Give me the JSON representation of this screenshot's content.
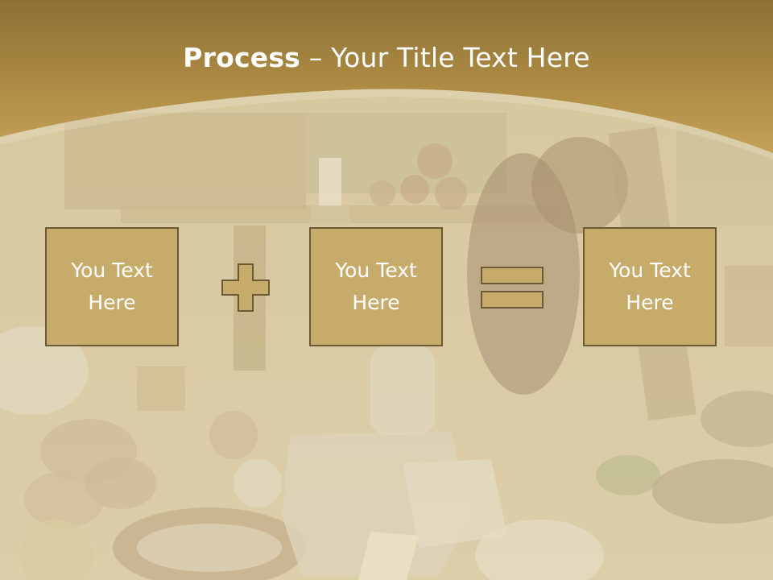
{
  "slide": {
    "title_bold": "Process",
    "title_rest": " – Your Title Text Here",
    "boxes": [
      {
        "text": "You Text Here"
      },
      {
        "text": "You Text Here"
      },
      {
        "text": "You Text Here"
      }
    ],
    "operators": [
      "plus-icon",
      "equals-icon"
    ],
    "colors": {
      "header_gold": "#a9873f",
      "box_fill": "#c7ab6a",
      "box_border": "#6b5a35",
      "text": "#ffffff"
    }
  }
}
